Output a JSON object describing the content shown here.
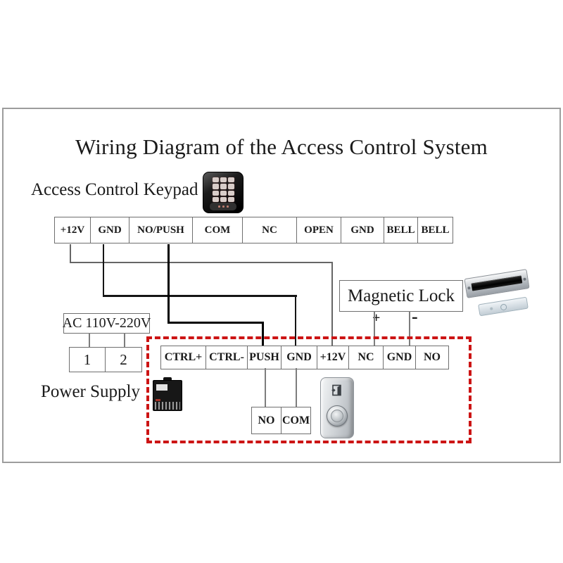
{
  "title": "Wiring Diagram of the Access Control System",
  "keypad": {
    "label": "Access Control Keypad"
  },
  "top_strip": {
    "cells": [
      "+12V",
      "GND",
      "NO/PUSH",
      "COM",
      "NC",
      "OPEN",
      "GND",
      "BELL",
      "BELL"
    ]
  },
  "magnetic_lock": {
    "label": "Magnetic Lock",
    "positive": "+",
    "negative": "-"
  },
  "ac_input": {
    "label": "AC 110V-220V",
    "terminals": [
      "1",
      "2"
    ]
  },
  "power_supply": {
    "label": "Power Supply"
  },
  "controller_strip": {
    "cells": [
      "CTRL+",
      "CTRL-",
      "PUSH",
      "GND",
      "+12V",
      "NC",
      "GND",
      "NO"
    ]
  },
  "relay_contacts": {
    "cells": [
      "NO",
      "COM"
    ]
  },
  "colors": {
    "wire_gray": "#666666",
    "wire_black": "#000000",
    "red_highlight": "#cc1414",
    "box_border": "#6f6f6f",
    "frame_border": "#9d9d9d"
  }
}
